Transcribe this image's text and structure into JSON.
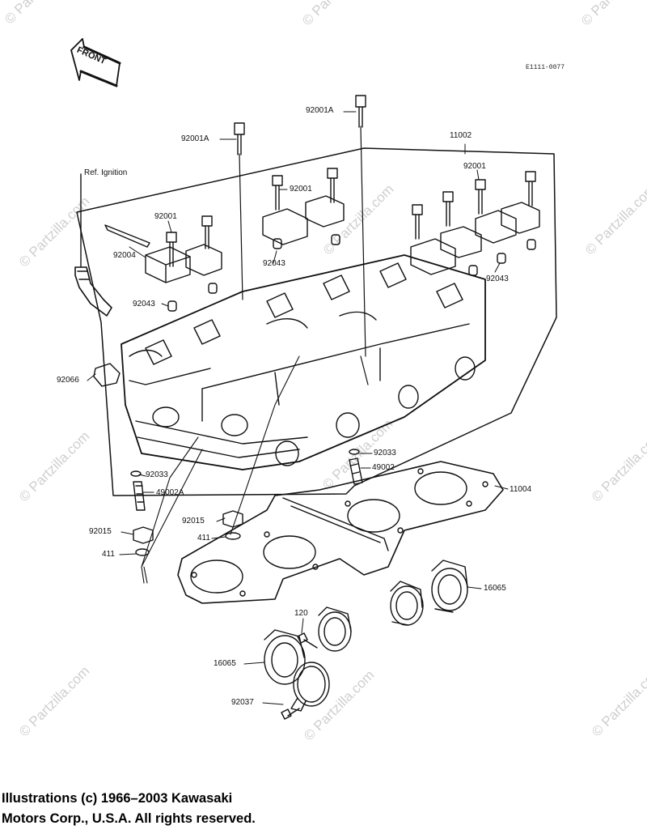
{
  "diagram_code": "E1111-0077",
  "front_label": "FRONT",
  "ref_ignition": "Ref. Ignition",
  "watermark": "© Partzilla.com",
  "copyright": {
    "line1": "Illustrations (c) 1966–2003 Kawasaki",
    "line2": "Motors Corp., U.S.A.  All rights reserved."
  },
  "labels": {
    "p92001a_top": "92001A",
    "p92001a_left": "92001A",
    "p11002": "11002",
    "p92001_right": "92001",
    "p92001_mid": "92001",
    "p92001_left": "92001",
    "p92004": "92004",
    "p92043_mid": "92043",
    "p92043_left": "92043",
    "p92043_right": "92043",
    "p92066": "92066",
    "p92033_right": "92033",
    "p49002": "49002",
    "p92033_left": "92033",
    "p49002a": "49002A",
    "p11004": "11004",
    "p92015_mid": "92015",
    "p92015_left": "92015",
    "p411_mid": "411",
    "p411_left": "411",
    "p16065_right": "16065",
    "p120": "120",
    "p16065_left": "16065",
    "p92037": "92037"
  }
}
